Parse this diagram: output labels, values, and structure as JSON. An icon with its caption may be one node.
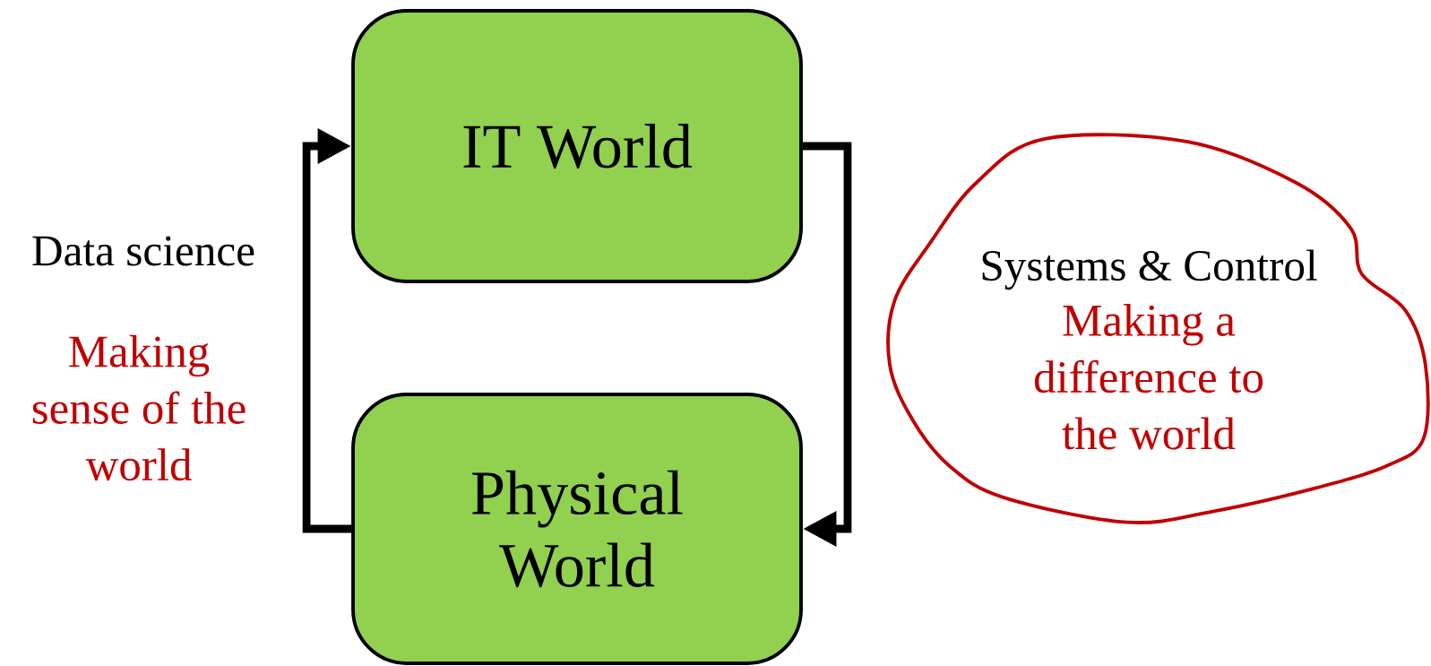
{
  "diagram": {
    "nodes": [
      {
        "text": [
          "IT World"
        ]
      },
      {
        "text": [
          "Physical World"
        ]
      },
      {
        "text": [
          "Systems & Control",
          "Making a difference to the world"
        ]
      }
    ],
    "edges": [
      {
        "from": 1,
        "to": 0,
        "arrow": "to"
      },
      {
        "from": 0,
        "to": 1,
        "arrow": "to"
      }
    ],
    "labels": [
      "Data science",
      "Making sense of the world"
    ]
  }
}
